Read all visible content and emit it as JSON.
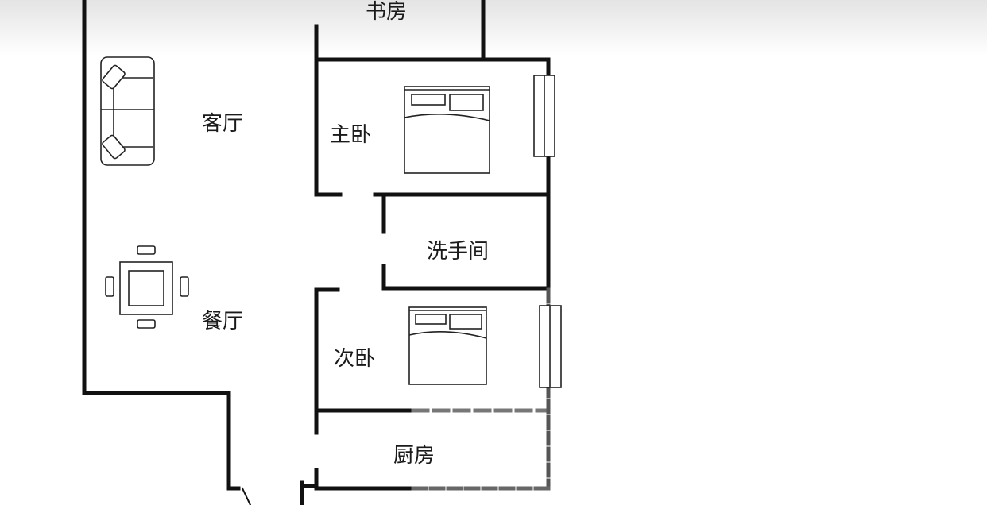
{
  "rooms": {
    "study": "书房",
    "living_room": "客厅",
    "master_bedroom": "主卧",
    "bathroom": "洗手间",
    "dining_room": "餐厅",
    "second_bedroom": "次卧",
    "kitchen": "厨房"
  },
  "furniture": [
    "sofa-icon",
    "dining-table-icon",
    "double-bed-icon",
    "window-icon"
  ],
  "colors": {
    "wall": "#111111",
    "background": "#ffffff"
  }
}
